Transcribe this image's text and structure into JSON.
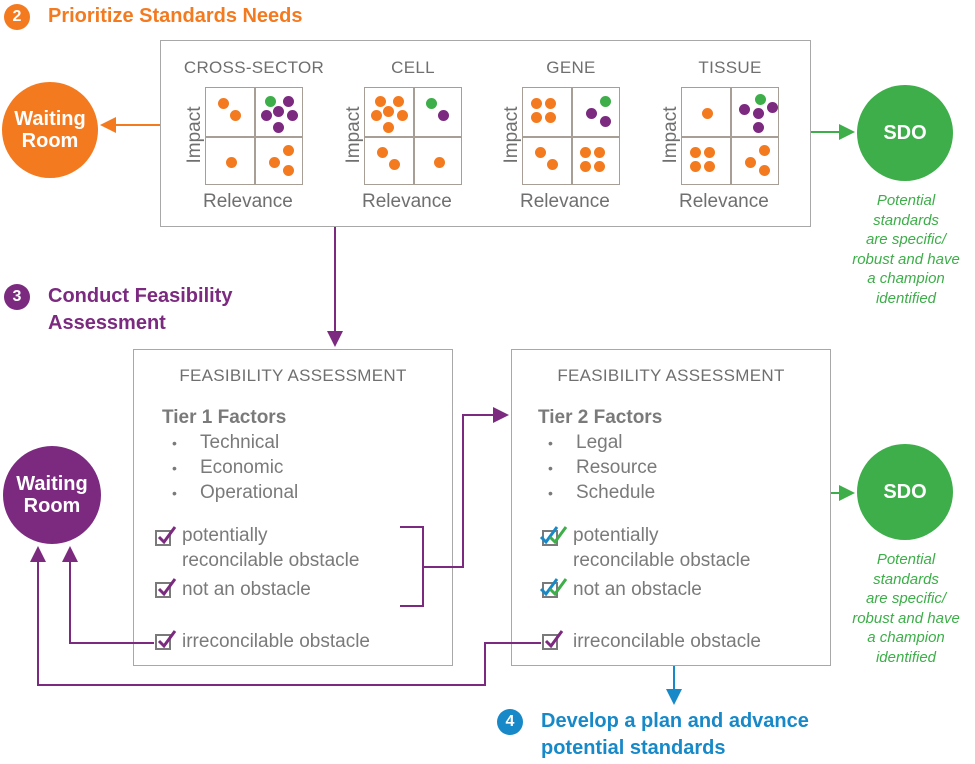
{
  "colors": {
    "orange": "#f47a20",
    "purple": "#7b2a80",
    "green": "#3dae49",
    "blue": "#1788c8",
    "gray_text": "#7a7a7a",
    "gray_border": "#a8a8a8"
  },
  "step2": {
    "number": "2",
    "title": "Prioritize Standards Needs"
  },
  "step3": {
    "number": "3",
    "title_line1": "Conduct Feasibility",
    "title_line2": "Assessment"
  },
  "step4": {
    "number": "4",
    "title_line1": "Develop a plan and advance",
    "title_line2": "potential standards"
  },
  "waiting_room_top": {
    "line1": "Waiting",
    "line2": "Room"
  },
  "waiting_room_bottom": {
    "line1": "Waiting",
    "line2": "Room"
  },
  "sdo_top": {
    "label": "SDO",
    "note": [
      "Potential",
      "standards",
      "are specific/",
      "robust and have",
      "a champion",
      "identified"
    ]
  },
  "sdo_bottom": {
    "label": "SDO",
    "note": [
      "Potential",
      "standards",
      "are specific/",
      "robust and have",
      "a champion",
      "identified"
    ]
  },
  "matrices": {
    "x_label": "Relevance",
    "y_label": "Impact",
    "items": [
      {
        "name": "CROSS-SECTOR",
        "quadrants": {
          "top_left": {
            "orange": 2,
            "purple": 0,
            "green": 0
          },
          "top_right": {
            "orange": 0,
            "purple": 5,
            "green": 1
          },
          "bottom_left": {
            "orange": 1,
            "purple": 0,
            "green": 0
          },
          "bottom_right": {
            "orange": 3,
            "purple": 0,
            "green": 0
          }
        }
      },
      {
        "name": "CELL",
        "quadrants": {
          "top_left": {
            "orange": 6,
            "purple": 0,
            "green": 0
          },
          "top_right": {
            "orange": 0,
            "purple": 1,
            "green": 1
          },
          "bottom_left": {
            "orange": 2,
            "purple": 0,
            "green": 0
          },
          "bottom_right": {
            "orange": 1,
            "purple": 0,
            "green": 0
          }
        }
      },
      {
        "name": "GENE",
        "quadrants": {
          "top_left": {
            "orange": 4,
            "purple": 0,
            "green": 0
          },
          "top_right": {
            "orange": 0,
            "purple": 2,
            "green": 1
          },
          "bottom_left": {
            "orange": 2,
            "purple": 0,
            "green": 0
          },
          "bottom_right": {
            "orange": 4,
            "purple": 0,
            "green": 0
          }
        }
      },
      {
        "name": "TISSUE",
        "quadrants": {
          "top_left": {
            "orange": 1,
            "purple": 0,
            "green": 0
          },
          "top_right": {
            "orange": 0,
            "purple": 4,
            "green": 1
          },
          "bottom_left": {
            "orange": 4,
            "purple": 0,
            "green": 0
          },
          "bottom_right": {
            "orange": 3,
            "purple": 0,
            "green": 0
          }
        }
      }
    ]
  },
  "tier1": {
    "header": "FEASIBILITY ASSESSMENT",
    "title": "Tier 1 Factors",
    "bullet": "•",
    "factors": [
      "Technical",
      "Economic",
      "Operational"
    ],
    "outcomes": [
      {
        "line1": "potentially",
        "line2": "reconcilable obstacle",
        "check": "purple"
      },
      {
        "line1": "not an obstacle",
        "check": "purple"
      },
      {
        "line1": "irreconcilable obstacle",
        "check": "purple"
      }
    ]
  },
  "tier2": {
    "header": "FEASIBILITY ASSESSMENT",
    "title": "Tier 2 Factors",
    "bullet": "•",
    "factors": [
      "Legal",
      "Resource",
      "Schedule"
    ],
    "outcomes": [
      {
        "line1": "potentially",
        "line2": "reconcilable obstacle",
        "check": "blue-green"
      },
      {
        "line1": "not an obstacle",
        "check": "blue-green"
      },
      {
        "line1": "irreconcilable obstacle",
        "check": "purple"
      }
    ]
  }
}
